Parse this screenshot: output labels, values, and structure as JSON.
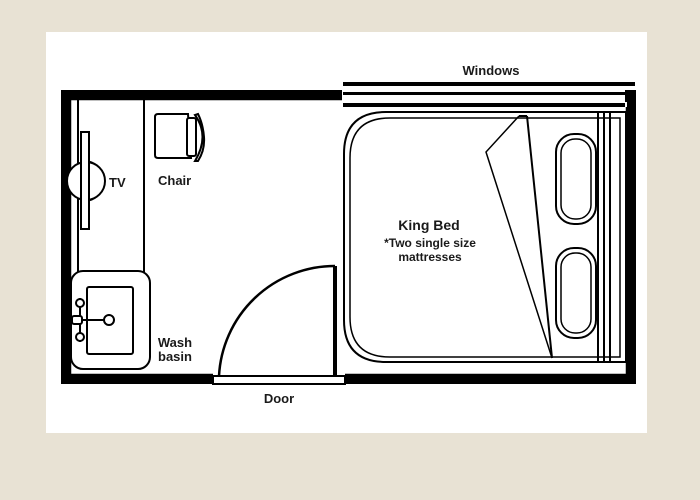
{
  "labels": {
    "windows": "Windows",
    "tv": "TV",
    "chair": "Chair",
    "king_bed": "King Bed",
    "bed_note_1": "*Two single size",
    "bed_note_2": "mattresses",
    "wash_1": "Wash",
    "wash_2": "basin",
    "door": "Door"
  },
  "colors": {
    "background": "#e8e2d4",
    "card": "#ffffff",
    "ink": "#000000"
  }
}
